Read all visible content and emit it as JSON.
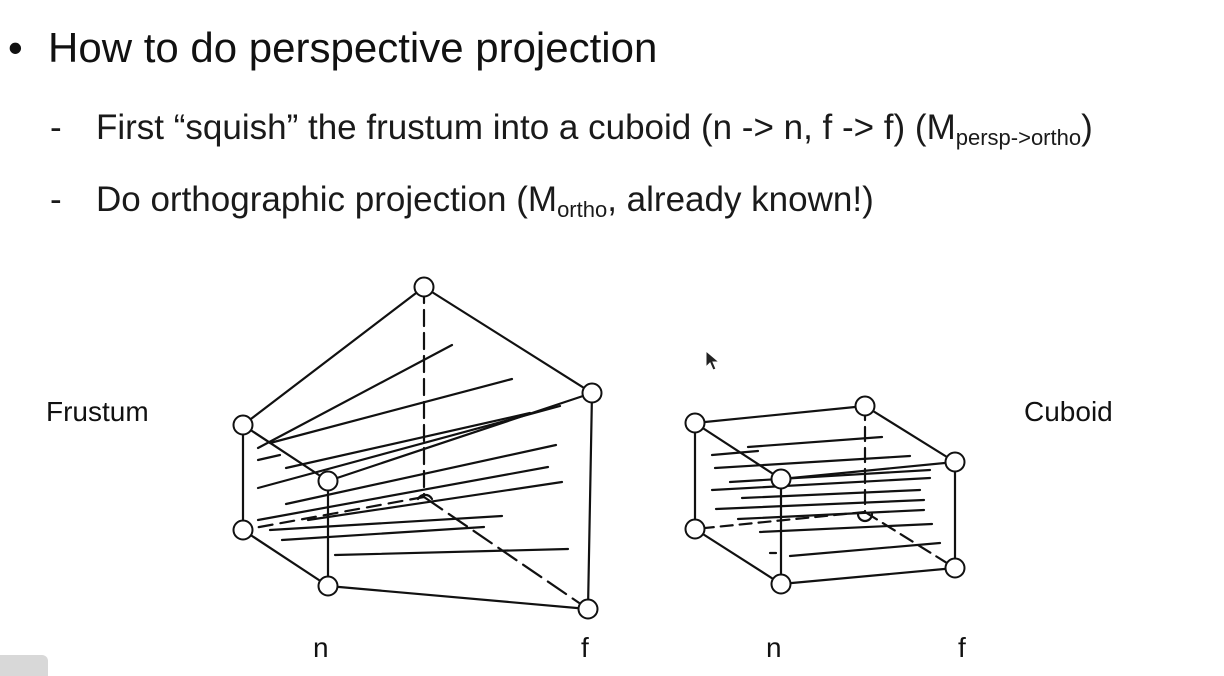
{
  "slide": {
    "bullet": {
      "marker": "•",
      "text": "How to do perspective projection"
    },
    "sub_items": [
      {
        "marker": "-",
        "text": "First “squish” the frustum into a cuboid (n -> n, f -> f) (M",
        "subscript": "persp->ortho",
        "suffix": ")"
      },
      {
        "marker": "-",
        "text": "Do orthographic projection (M",
        "subscript": "ortho",
        "suffix": ", already known!)"
      }
    ]
  },
  "diagram": {
    "frustum": {
      "label": "Frustum",
      "near_label": "n",
      "far_label": "f"
    },
    "cuboid": {
      "label": "Cuboid",
      "near_label": "n",
      "far_label": "f"
    }
  },
  "colors": {
    "ink": "#111111",
    "background": "#ffffff"
  }
}
